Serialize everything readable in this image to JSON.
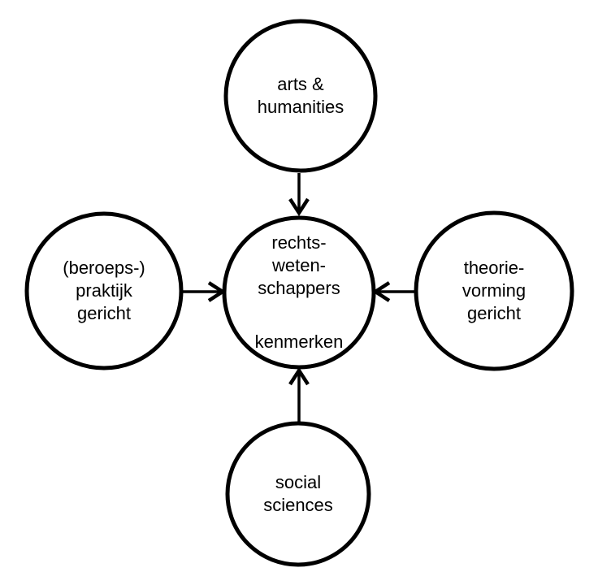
{
  "diagram": {
    "background_color": "#ffffff",
    "stroke_color": "#000000",
    "text_color": "#000000",
    "nodes": {
      "top": {
        "label": "arts &\nhumanities"
      },
      "left": {
        "label": "(beroeps-)\npraktijk\ngericht"
      },
      "right": {
        "label": "theorie-\nvorming\ngericht"
      },
      "bottom": {
        "label": "social\nsciences"
      },
      "center": {
        "label": "rechts-\nweten-\nschappers",
        "sublabel": "kenmerken"
      }
    },
    "arrows": [
      {
        "from": "arts & humanities",
        "to": "rechtswetenschappers kenmerken",
        "direction": "down"
      },
      {
        "from": "(beroeps-) praktijk gericht",
        "to": "rechtswetenschappers kenmerken",
        "direction": "right"
      },
      {
        "from": "theorie-vorming gericht",
        "to": "rechtswetenschappers kenmerken",
        "direction": "left"
      },
      {
        "from": "social sciences",
        "to": "rechtswetenschappers kenmerken",
        "direction": "up"
      }
    ]
  }
}
